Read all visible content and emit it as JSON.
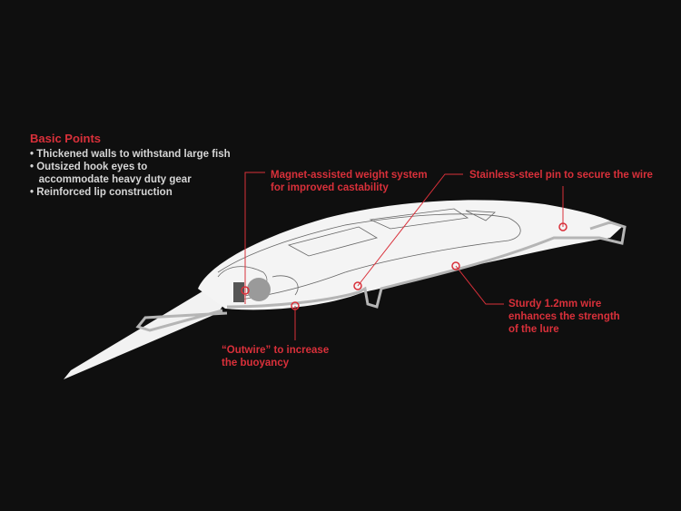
{
  "basic_points": {
    "title": "Basic Points",
    "items": [
      "• Thickened walls to withstand large fish",
      "• Outsized hook eyes to\n   accommodate heavy duty gear",
      "• Reinforced lip construction"
    ]
  },
  "callouts": {
    "magnet": "Magnet-assisted weight system\nfor improved castability",
    "pin": "Stainless-steel pin to secure the wire",
    "wire": "Sturdy 1.2mm wire\nenhances the strength\nof the lure",
    "outwire": "“Outwire” to increase\nthe buoyancy"
  },
  "colors": {
    "accent": "#d9303a",
    "background": "#0f0f0f"
  }
}
